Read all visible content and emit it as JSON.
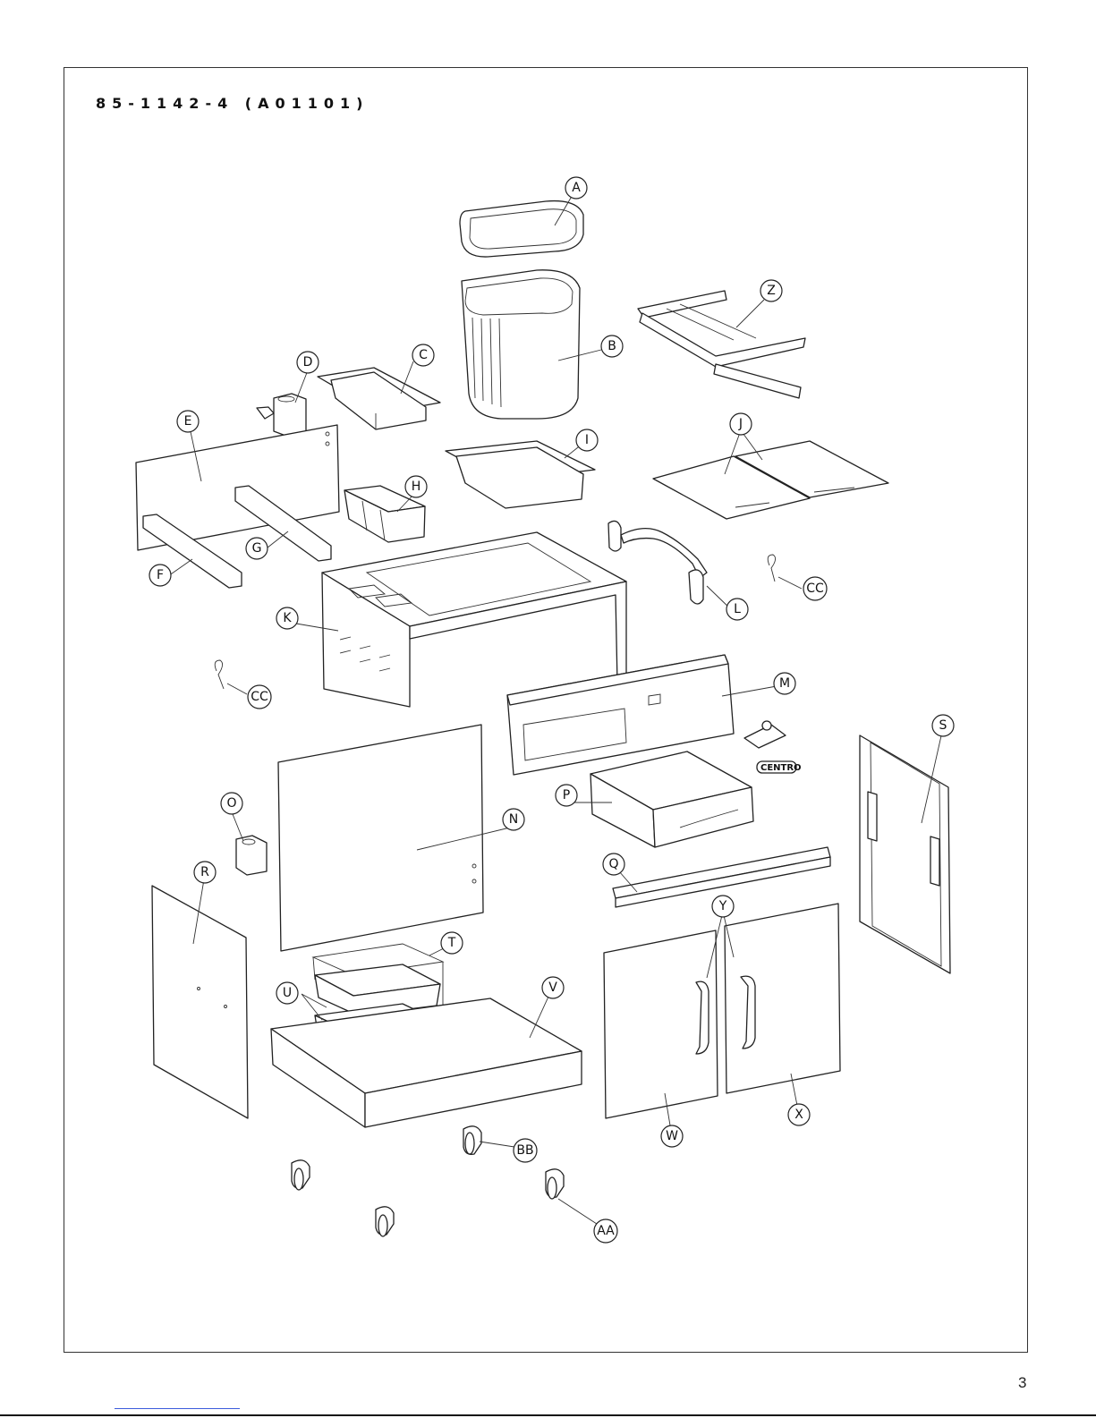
{
  "document": {
    "model_code": "85-1142-4 (A01101)",
    "page_number": "3"
  },
  "brand_logo": "CENTRO",
  "callouts": [
    "A",
    "B",
    "C",
    "D",
    "E",
    "F",
    "G",
    "H",
    "I",
    "J",
    "K",
    "L",
    "M",
    "N",
    "O",
    "P",
    "Q",
    "R",
    "S",
    "T",
    "U",
    "V",
    "W",
    "X",
    "Y",
    "Z",
    "AA",
    "BB",
    "CC",
    "CC"
  ]
}
